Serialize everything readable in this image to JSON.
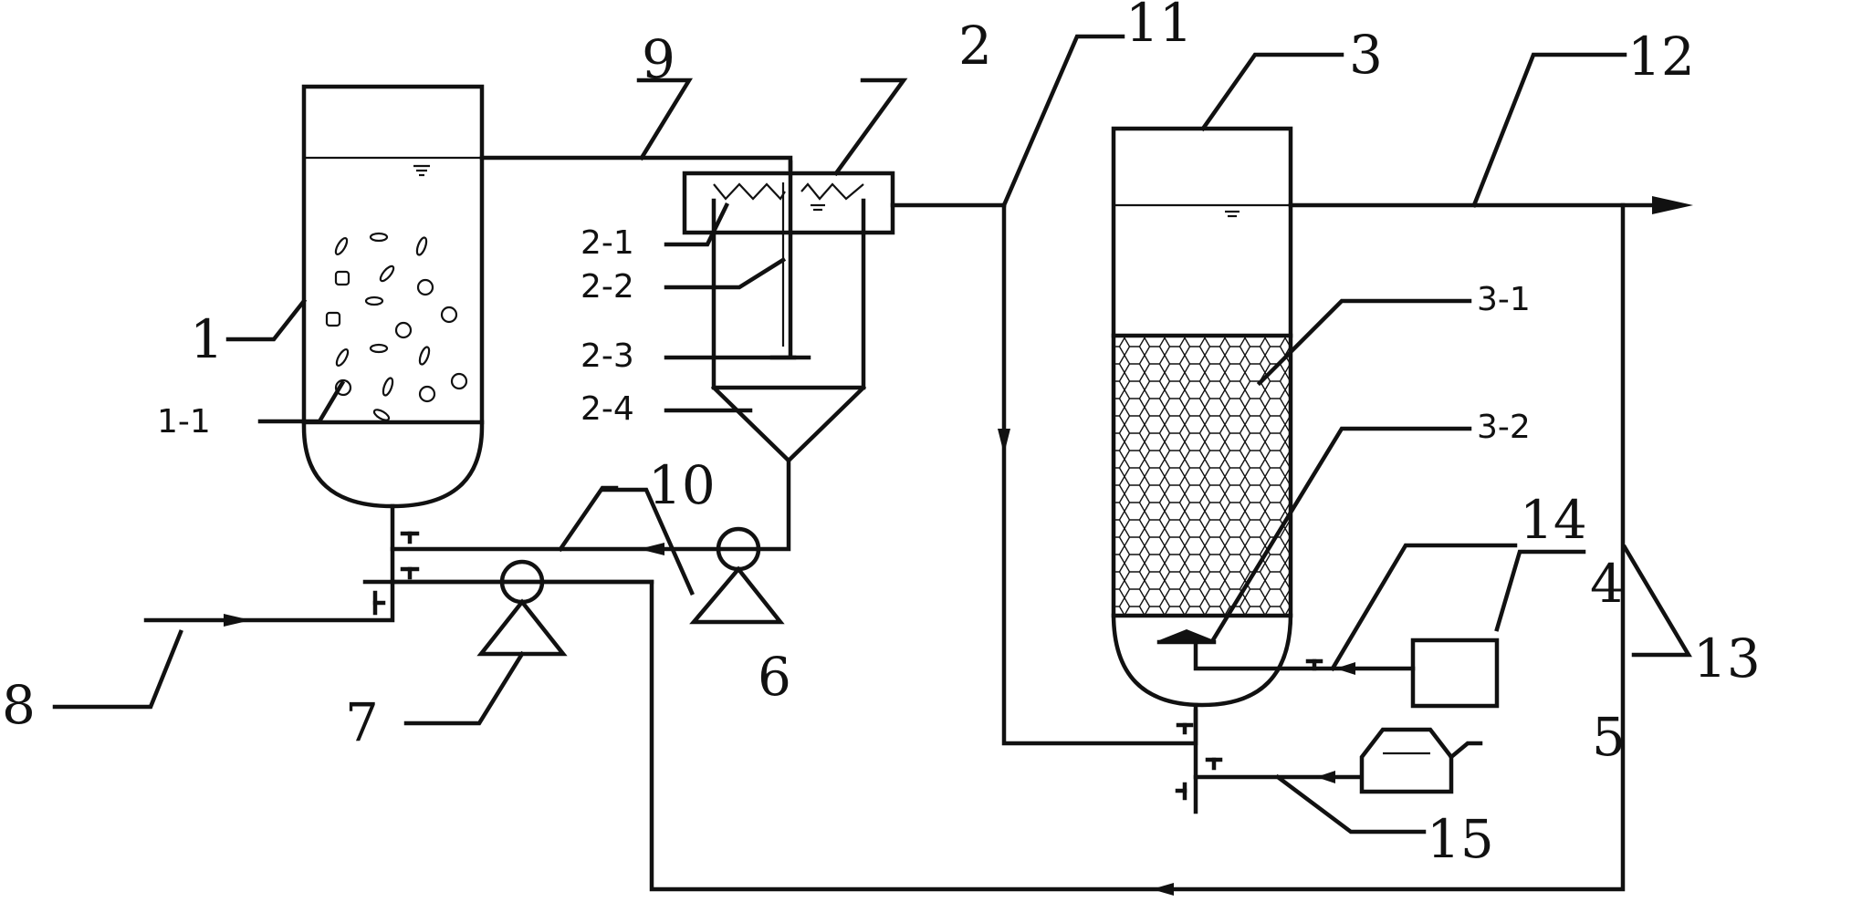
{
  "labels": {
    "l1": "1",
    "l1_1": "1-1",
    "l2": "2",
    "l2_1": "2-1",
    "l2_2": "2-2",
    "l2_3": "2-3",
    "l2_4": "2-4",
    "l3": "3",
    "l3_1": "3-1",
    "l3_2": "3-2",
    "l4": "4",
    "l5": "5",
    "l6": "6",
    "l7": "7",
    "l8": "8",
    "l9": "9",
    "l10": "10",
    "l11": "11",
    "l12": "12",
    "l13": "13",
    "l14": "14",
    "l15": "15"
  }
}
